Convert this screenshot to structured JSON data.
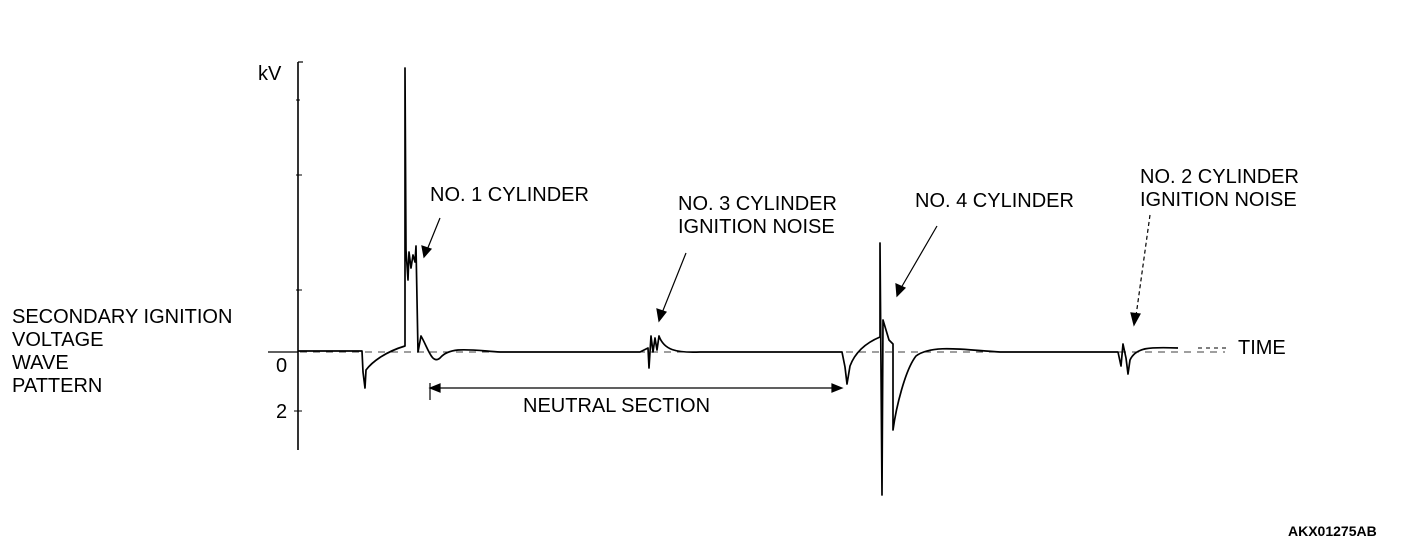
{
  "axis": {
    "unit": "kV",
    "ticks": [
      "0",
      "2"
    ],
    "time_label": "TIME"
  },
  "left_label": [
    "SECONDARY IGNITION",
    "VOLTAGE",
    "WAVE",
    "PATTERN"
  ],
  "callouts": {
    "cyl1": [
      "NO. 1 CYLINDER"
    ],
    "cyl3": [
      "NO. 3 CYLINDER",
      "IGNITION NOISE"
    ],
    "cyl4": [
      "NO. 4 CYLINDER"
    ],
    "cyl2": [
      "NO. 2 CYLINDER",
      "IGNITION NOISE"
    ]
  },
  "neutral_section": "NEUTRAL SECTION",
  "figure_code": "AKX01275AB",
  "colors": {
    "ink": "#000000",
    "background": "#ffffff"
  }
}
